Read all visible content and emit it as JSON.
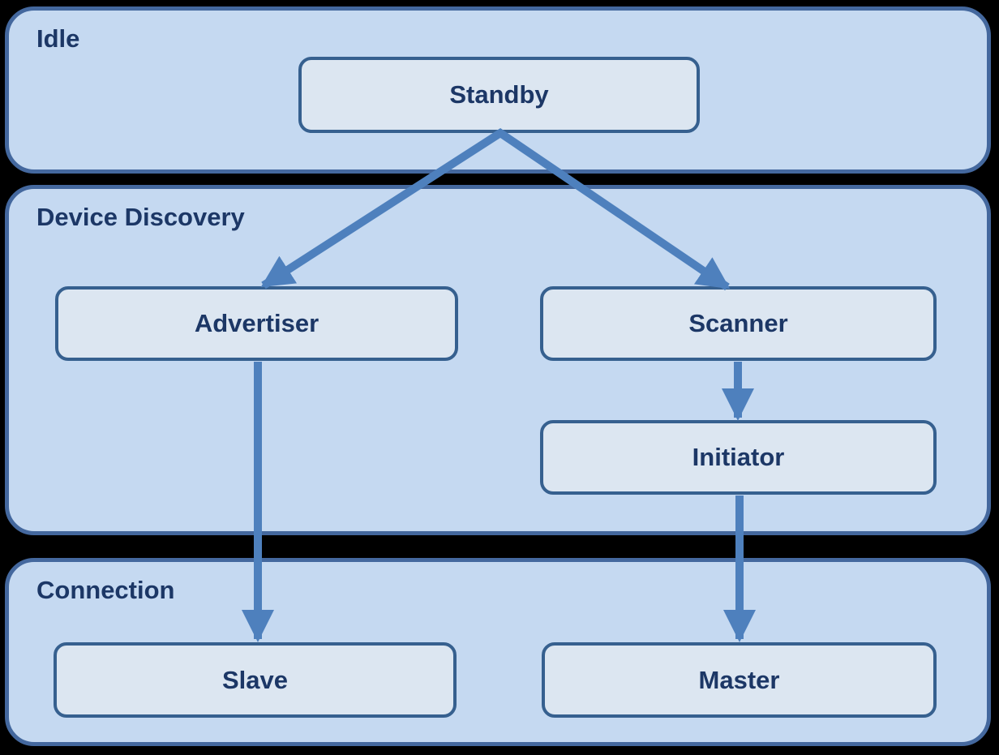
{
  "diagram": {
    "sections": [
      {
        "id": "idle",
        "label": "Idle",
        "nodes": [
          {
            "id": "standby",
            "label": "Standby"
          }
        ]
      },
      {
        "id": "device-discovery",
        "label": "Device Discovery",
        "nodes": [
          {
            "id": "advertiser",
            "label": "Advertiser"
          },
          {
            "id": "scanner",
            "label": "Scanner"
          },
          {
            "id": "initiator",
            "label": "Initiator"
          }
        ]
      },
      {
        "id": "connection",
        "label": "Connection",
        "nodes": [
          {
            "id": "slave",
            "label": "Slave"
          },
          {
            "id": "master",
            "label": "Master"
          }
        ]
      }
    ],
    "edges": [
      {
        "from": "standby",
        "to": "advertiser"
      },
      {
        "from": "standby",
        "to": "scanner"
      },
      {
        "from": "scanner",
        "to": "initiator"
      },
      {
        "from": "advertiser",
        "to": "slave"
      },
      {
        "from": "initiator",
        "to": "master"
      }
    ],
    "colors": {
      "background": "#000000",
      "section_fill": "#C5D9F1",
      "section_border": "#44689E",
      "node_fill": "#DCE6F1",
      "node_border": "#36608F",
      "arrow": "#4E80BD",
      "text": "#1C3766"
    }
  }
}
